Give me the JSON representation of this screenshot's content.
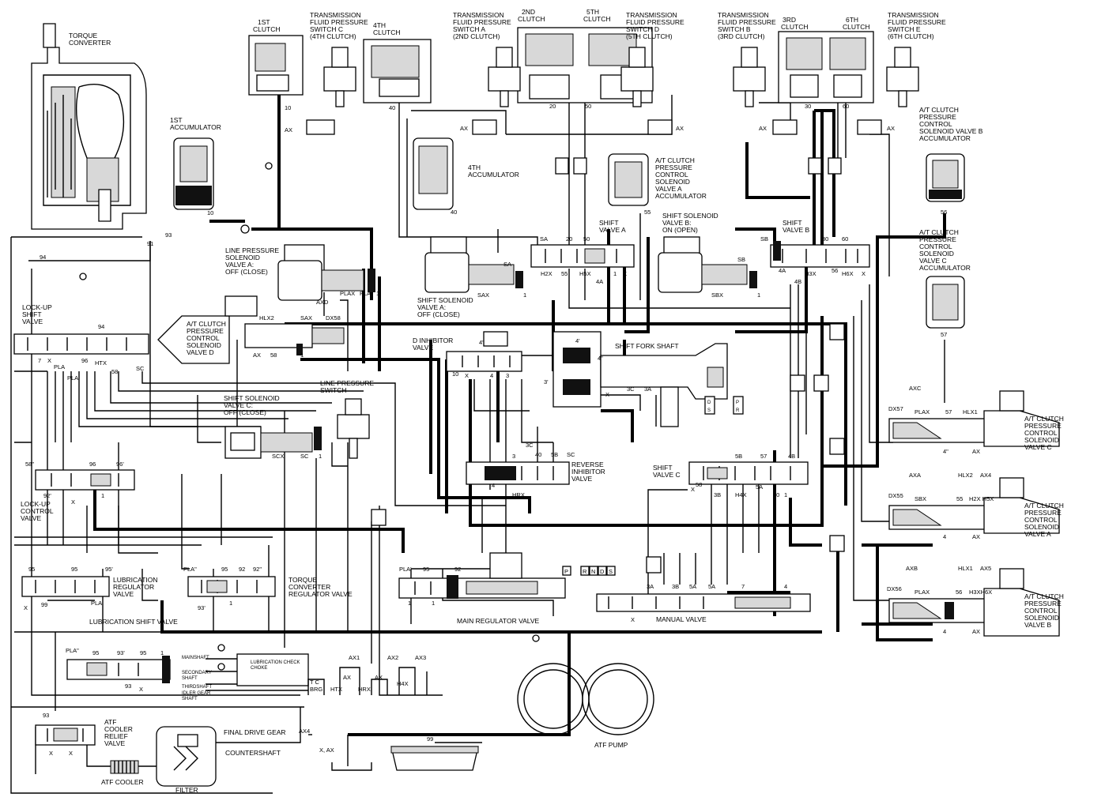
{
  "labels": {
    "torque_converter": [
      "TORQUE",
      "CONVERTER"
    ],
    "clutch_1st": [
      "1ST",
      "CLUTCH"
    ],
    "clutch_4th": [
      "4TH",
      "CLUTCH"
    ],
    "clutch_2nd": [
      "2ND",
      "CLUTCH"
    ],
    "clutch_5th": [
      "5TH",
      "CLUTCH"
    ],
    "clutch_3rd": [
      "3RD",
      "CLUTCH"
    ],
    "clutch_6th": [
      "6TH",
      "CLUTCH"
    ],
    "tfps_c": [
      "TRANSMISSION",
      "FLUID PRESSURE",
      "SWITCH C",
      "(4TH CLUTCH)"
    ],
    "tfps_a": [
      "TRANSMISSION",
      "FLUID PRESSURE",
      "SWITCH A",
      "(2ND CLUTCH)"
    ],
    "tfps_d": [
      "TRANSMISSION",
      "FLUID PRESSURE",
      "SWITCH D",
      "(5TH CLUTCH)"
    ],
    "tfps_b": [
      "TRANSMISSION",
      "FLUID PRESSURE",
      "SWITCH B",
      "(3RD CLUTCH)"
    ],
    "tfps_e": [
      "TRANSMISSION",
      "FLUID PRESSURE",
      "SWITCH E",
      "(6TH CLUTCH)"
    ],
    "acc_1st": [
      "1ST",
      "ACCUMULATOR"
    ],
    "acc_4th": [
      "4TH",
      "ACCUMULATOR"
    ],
    "acc_a": [
      "A/T CLUTCH",
      "PRESSURE",
      "CONTROL",
      "SOLENOID",
      "VALVE A",
      "ACCUMULATOR"
    ],
    "acc_b": [
      "A/T CLUTCH",
      "PRESSURE",
      "CONTROL",
      "SOLENOID VALVE B",
      "ACCUMULATOR"
    ],
    "acc_c": [
      "A/T CLUTCH",
      "PRESSURE",
      "CONTROL",
      "SOLENOID",
      "VALVE C",
      "ACCUMULATOR"
    ],
    "lps_valve_a": [
      "LINE PRESSURE",
      "SOLENOID",
      "VALVE A:",
      "OFF (CLOSE)"
    ],
    "atcps_valve_d": [
      "A/T CLUTCH",
      "PRESSURE",
      "CONTROL",
      "SOLENOID",
      "VALVE D"
    ],
    "shift_sol_a": [
      "SHIFT SOLENOID",
      "VALVE A:",
      "OFF (CLOSE)"
    ],
    "shift_sol_b": [
      "SHIFT SOLENOID",
      "VALVE B:",
      "ON (OPEN)"
    ],
    "shift_sol_c": [
      "SHIFT SOLENOID",
      "VALVE C:",
      "OFF (CLOSE)"
    ],
    "shift_valve_a": [
      "SHIFT",
      "VALVE A"
    ],
    "shift_valve_b": [
      "SHIFT",
      "VALVE B"
    ],
    "shift_valve_c": [
      "SHIFT",
      "VALVE C"
    ],
    "lockup_shift": [
      "LOCK-UP",
      "SHIFT",
      "VALVE"
    ],
    "lockup_control": [
      "LOCK-UP",
      "CONTROL",
      "VALVE"
    ],
    "d_inhibitor": [
      "D INHIBITOR",
      "VALVE"
    ],
    "shift_fork_shaft": [
      "SHIFT FORK SHAFT"
    ],
    "line_pressure_switch": [
      "LINE PRESSURE",
      "SWITCH"
    ],
    "reverse_inhibitor": [
      "REVERSE",
      "INHIBITOR",
      "VALVE"
    ],
    "lubrication_regulator": [
      "LUBRICATION",
      "REGULATOR",
      "VALVE"
    ],
    "tc_regulator": [
      "TORQUE",
      "CONVERTER",
      "REGULATOR VALVE"
    ],
    "main_regulator": [
      "MAIN REGULATOR VALVE"
    ],
    "manual_valve": [
      "MANUAL VALVE"
    ],
    "lubrication_shift": [
      "LUBRICATION SHIFT VALVE"
    ],
    "atf_cooler_relief": [
      "ATF",
      "COOLER",
      "RELIEF",
      "VALVE"
    ],
    "atf_cooler": [
      "ATF COOLER"
    ],
    "filter": [
      "FILTER"
    ],
    "atf_pump": [
      "ATF PUMP"
    ],
    "final_drive_gear": [
      "FINAL DRIVE GEAR"
    ],
    "countershaft": [
      "COUNTERSHAFT"
    ],
    "atcps_c": [
      "A/T CLUTCH",
      "PRESSURE",
      "CONTROL",
      "SOLENOID",
      "VALVE C"
    ],
    "atcps_a": [
      "A/T CLUTCH",
      "PRESSURE",
      "CONTROL",
      "SOLENOID",
      "VALVE A"
    ],
    "atcps_b": [
      "A/T CLUTCH",
      "PRESSURE",
      "CONTROL",
      "SOLENOID",
      "VALVE B"
    ],
    "lube_check": [
      "LUBRICATION CHECK",
      "CHOKE"
    ],
    "shafts": [
      "MAINSHAFT",
      "SECONDARY",
      "SHAFT",
      "THIRDSHAFT",
      "IDLER GEAR",
      "SHAFT"
    ],
    "tc_brg": [
      "T C",
      "BRG"
    ],
    "x_ax": [
      "X, AX"
    ]
  },
  "ports": {
    "n10": "10",
    "n40": "40",
    "n20": "20",
    "n50": "50",
    "n30": "30",
    "n60": "60",
    "n93": "93",
    "n91": "91",
    "n94": "94",
    "n55": "55",
    "n56": "56",
    "n57": "57",
    "n99": "99",
    "n95": "95",
    "n96": "96",
    "n92": "92",
    "n58": "58",
    "n1": "1",
    "n4": "4",
    "n3": "3",
    "n7": "7",
    "ax": "AX",
    "x": "X",
    "sa": "SA",
    "sb": "SB",
    "sc": "SC",
    "sax": "SAX",
    "sbx": "SBX",
    "scx": "SCX",
    "plax": "PLAX",
    "pla": "PLA",
    "pla_p": "PLA'",
    "pla_pp": "PLA\"",
    "axd": "AXD",
    "dx58": "DX58",
    "hlx2": "HLX2",
    "htx": "HTX",
    "h2x": "H2X",
    "h5x": "H5X",
    "h3x": "H3X",
    "h6x": "H6X",
    "n4a": "4A",
    "n4b": "4B",
    "n5b": "5B",
    "n3c": "3C",
    "n3a": "3A",
    "n3b": "3B",
    "n5a": "5A",
    "hrx": "HRX",
    "h4x": "H4X",
    "axc": "AXC",
    "hlx1": "HLX1",
    "dx57": "DX57",
    "axa": "AXA",
    "ax4": "AX4",
    "dx55": "DX55",
    "axb": "AXB",
    "ax5": "AX5",
    "dx56": "DX56",
    "h3xh6x": "H3XH6X",
    "h2xh5x": "H2X H5X",
    "ax1": "AX1",
    "ax2": "AX2",
    "ax3": "AX3",
    "hrx2": "HRX",
    "htx2": "HTX",
    "n4p": "4'",
    "n4pp": "4\"",
    "n3p": "3'",
    "n58p": "58\"",
    "n92p": "92'",
    "n96p": "96'",
    "n95p": "95'",
    "n92pp": "92\"",
    "n93p": "93'",
    "n5": "5",
    "n1b": "1"
  },
  "gear_positions": [
    "P",
    "R",
    "N",
    "D",
    "S"
  ],
  "fork_marks": [
    "D",
    "S",
    "P",
    "R"
  ]
}
